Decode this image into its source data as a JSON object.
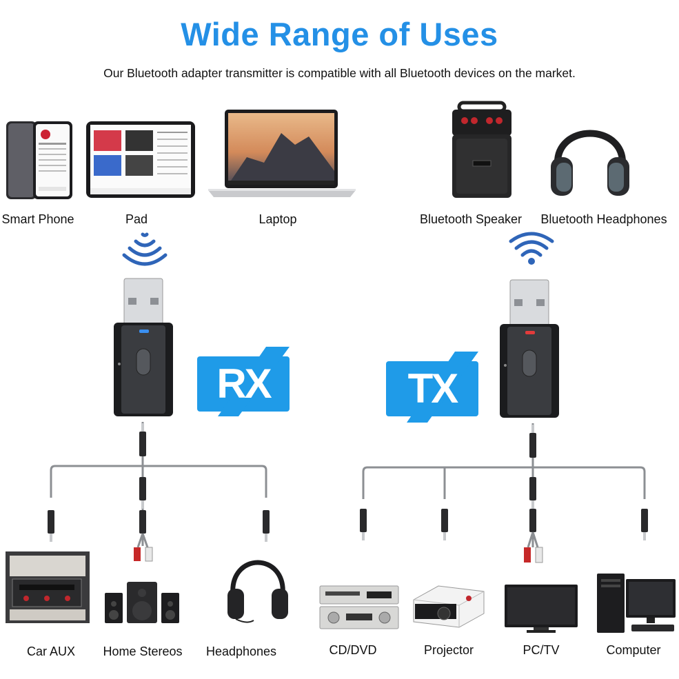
{
  "header": {
    "title": "Wide Range of Uses",
    "subtitle": "Our Bluetooth adapter transmitter is compatible with all Bluetooth devices on the market."
  },
  "source_devices": {
    "smart_phone": "Smart Phone",
    "pad": "Pad",
    "laptop": "Laptop",
    "bluetooth_speaker": "Bluetooth Speaker",
    "bluetooth_headphones": "Bluetooth Headphones"
  },
  "modes": {
    "rx": "RX",
    "tx": "TX"
  },
  "output_devices": {
    "car_aux": "Car AUX",
    "home_stereos": "Home Stereos",
    "headphones": "Headphones",
    "cd_dvd": "CD/DVD",
    "projector": "Projector",
    "pc_tv": "PC/TV",
    "computer": "Computer"
  },
  "colors": {
    "accent": "#2490e6",
    "rx_led": "#3a8ff0",
    "tx_led": "#e23b3b"
  }
}
